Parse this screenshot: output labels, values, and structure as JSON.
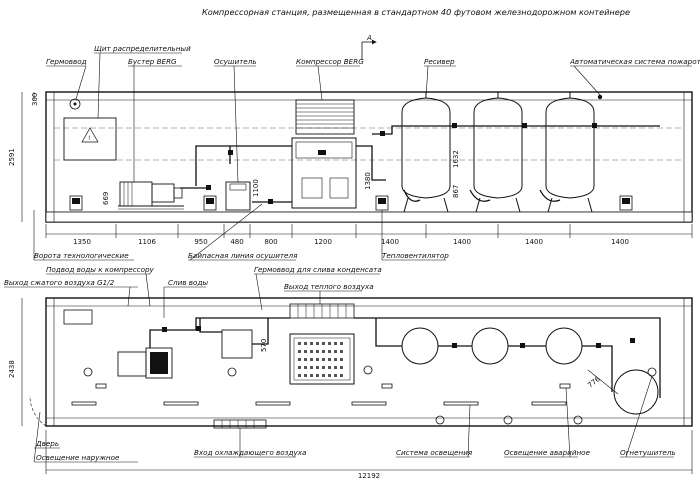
{
  "title": "Компрессорная станция, размещенная в стандартном 40 футовом железнодорожном контейнере",
  "section_mark": "А",
  "top_view_labels": {
    "germovvod": "Гермоввод",
    "shchit": "Щит распределительный",
    "buster": "Бустер BERG",
    "osushitel": "Осушитель",
    "kompressor": "Компрессор BERG",
    "resiver": "Ресивер",
    "pozharotushenie": "Автоматическая система пожаротушения",
    "vorota": "Ворота технологические",
    "bypass": "Байпасная линия осушителя",
    "teploventilyator": "Тепловентилятор"
  },
  "top_dims": {
    "height_total": "2591",
    "top_offset": "300",
    "buster_h": "669",
    "osush_h": "1100",
    "komp_h": "1380",
    "res_h": "1632",
    "res_leg": "867",
    "spans": [
      "1350",
      "1106",
      "950",
      "480",
      "800",
      "1200",
      "1400",
      "1400",
      "1400",
      "1400"
    ]
  },
  "plan_labels": {
    "podvod_vody": "Подвод воды к компрессору",
    "vyhod_szhatogo": "Выход сжатого воздуха G1/2",
    "sliv_vody": "Слив воды",
    "germovvod_sliv": "Гермоввод для слива конденсата",
    "vyhod_teplogo": "Выход теплого воздуха",
    "dver": "Дверь",
    "osveshchenie_naruzh": "Освещение наружное",
    "vhod_ohlazhd": "Вход охлаждающего воздуха",
    "sistema_osv": "Система освещения",
    "osv_avar": "Освещение аварийное",
    "ognetushitel": "Огнетушитель"
  },
  "plan_dims": {
    "width_total": "2438",
    "length_total": "12192",
    "osush_w": "570",
    "res_diag": "776"
  }
}
